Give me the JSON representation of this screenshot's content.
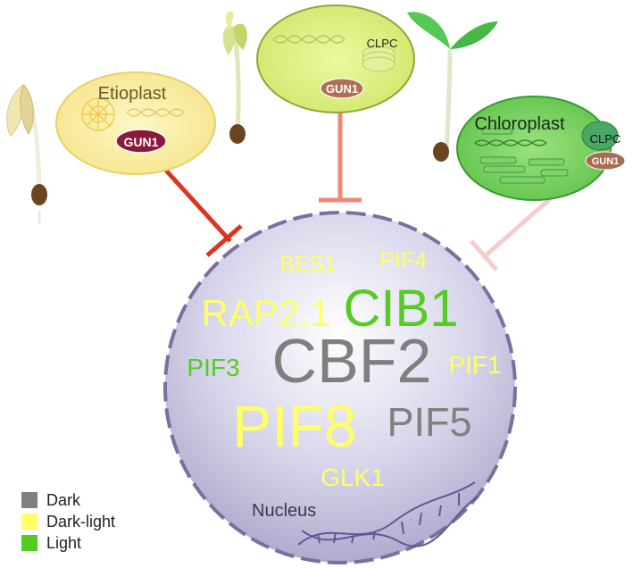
{
  "plastids": {
    "etioplast": {
      "label": "Etioplast",
      "gun1": "GUN1"
    },
    "middle": {
      "clpc": "CLPC",
      "gun1": "GUN1"
    },
    "chloroplast": {
      "label": "Chloroplast",
      "clpc": "CLPC",
      "gun1": "GUN1"
    }
  },
  "nucleus": {
    "label": "Nucleus",
    "factors": [
      {
        "id": "bes1",
        "text": "BES1",
        "group": "dark-light"
      },
      {
        "id": "pif4",
        "text": "PIF4",
        "group": "dark-light"
      },
      {
        "id": "rap21",
        "text": "RAP2.1",
        "group": "dark-light"
      },
      {
        "id": "cib1",
        "text": "CIB1",
        "group": "light"
      },
      {
        "id": "pif3",
        "text": "PIF3",
        "group": "light"
      },
      {
        "id": "cbf2",
        "text": "CBF2",
        "group": "dark"
      },
      {
        "id": "pif1",
        "text": "PIF1",
        "group": "dark-light"
      },
      {
        "id": "pif8",
        "text": "PIF8",
        "group": "dark-light"
      },
      {
        "id": "pif5",
        "text": "PIF5",
        "group": "dark"
      },
      {
        "id": "glk1",
        "text": "GLK1",
        "group": "dark-light"
      }
    ]
  },
  "legend": [
    {
      "label": "Dark",
      "color": "#7f7f7f"
    },
    {
      "label": "Dark-light",
      "color": "#ffff66"
    },
    {
      "label": "Light",
      "color": "#55cc22"
    }
  ],
  "colors": {
    "dark": "#7f7f7f",
    "dark_light": "#ffff66",
    "light": "#55cc22",
    "inhibition_strong": "#dd3322",
    "inhibition_medium": "#ee8877",
    "inhibition_weak": "#f5cccc"
  }
}
